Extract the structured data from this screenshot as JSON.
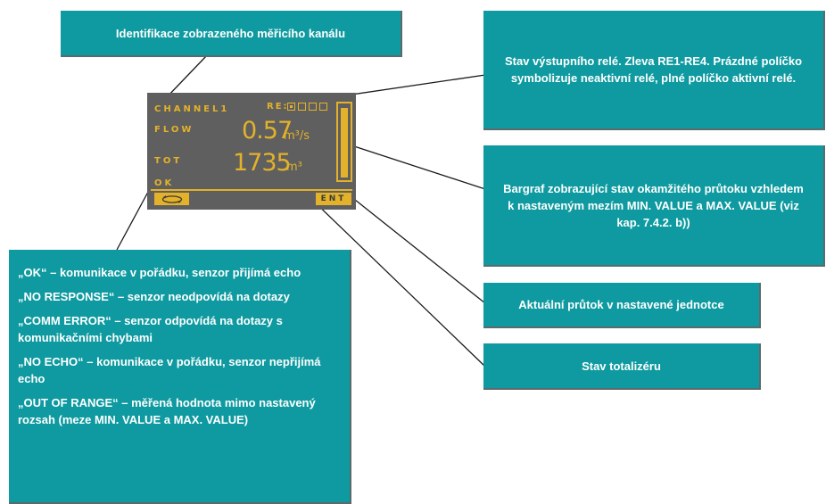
{
  "callouts": {
    "channel_id": "Identifikace zobrazeného měřicího kanálu",
    "relay_state": "Stav výstupního relé. Zleva RE1-RE4. Prázdné políčko symbolizuje neaktivní relé, plné políčko aktivní relé.",
    "bargraph": "Bargraf zobrazující stav okamžitého průtoku vzhledem k nastaveným mezím MIN. VALUE a MAX. VALUE (viz kap. 7.4.2. b))",
    "current_flow": "Aktuální průtok v nastavené jednotce",
    "totalizer": "Stav totalizéru",
    "comm_status": [
      "„OK“ – komunikace v pořádku, senzor přijímá echo",
      "„NO RESPONSE“ – senzor neodpovídá na dotazy",
      "„COMM ERROR“ – senzor odpovídá na dotazy s komunikačními chybami",
      "„NO ECHO“ – komunikace v pořádku, senzor nepřijímá echo",
      "„OUT OF RANGE“ – měřená hodnota mimo nastavený rozsah (meze MIN. VALUE a MAX. VALUE)"
    ]
  },
  "display": {
    "channel": "CHANNEL1",
    "relay_label": "RE:",
    "relays": [
      true,
      false,
      false,
      false
    ],
    "flow_label": "FLOW",
    "flow_value": "0.57",
    "flow_unit": "m³/s",
    "tot_label": "TOT",
    "tot_value": "1735",
    "tot_unit": "m³",
    "status": "OK",
    "enter_label": "ENT",
    "bargraph_level": 0.98
  },
  "colors": {
    "callout_bg": "#0e9aa0",
    "lcd_bg": "#5f5f5f",
    "lcd_text": "#e3b22a"
  }
}
